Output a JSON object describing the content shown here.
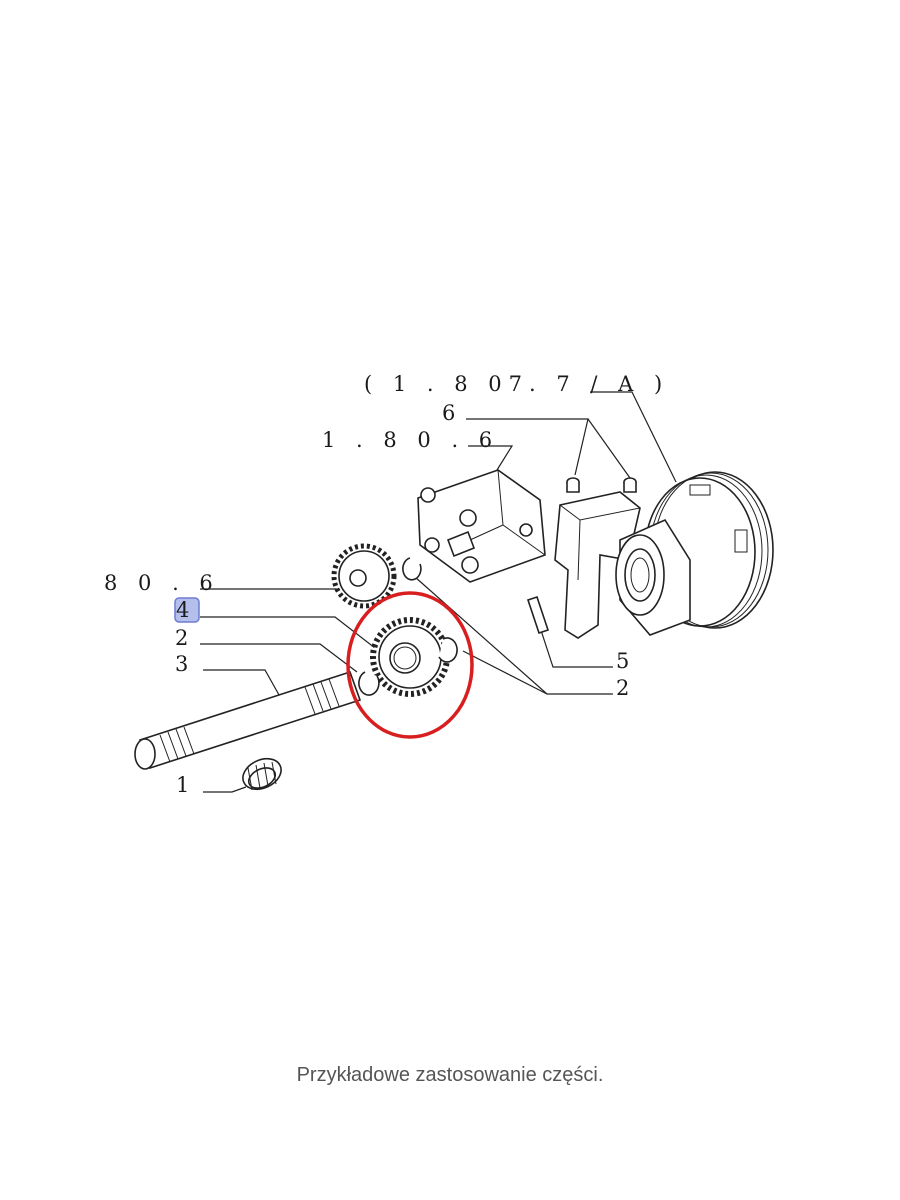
{
  "diagram": {
    "callouts": {
      "ref_top": "( 1 . 8 07. 7 / A )",
      "six_top": "6",
      "ref_mid": "1 . 8 0 . 6",
      "ref_left": "8 0 . 6",
      "four": "4",
      "two_left": "2",
      "three": "3",
      "five": "5",
      "two_right": "2",
      "one": "1"
    },
    "highlight": {
      "part": "4",
      "color": "#a7b5e8",
      "border": "#5566cc"
    },
    "marker": {
      "color": "#d81e1e"
    }
  },
  "caption": "Przykładowe zastosowanie części."
}
